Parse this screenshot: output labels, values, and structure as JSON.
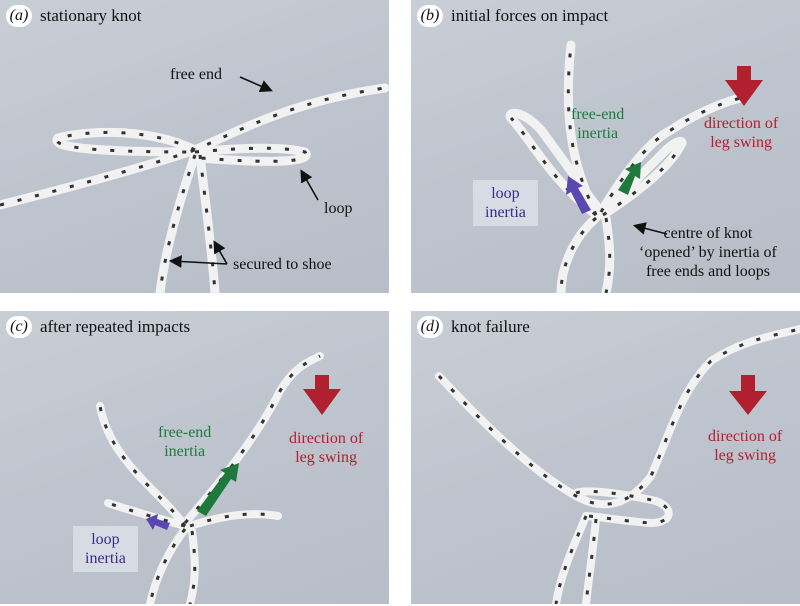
{
  "figure": {
    "panels": [
      {
        "id": "a",
        "letter": "a",
        "title": "stationary knot",
        "labels": {
          "free_end": "free end",
          "loop": "loop",
          "secured": "secured to shoe"
        }
      },
      {
        "id": "b",
        "letter": "b",
        "title": "initial forces on impact",
        "labels": {
          "free_end_inertia_1": "free-end",
          "free_end_inertia_2": "inertia",
          "loop_inertia_1": "loop",
          "loop_inertia_2": "inertia",
          "direction_1": "direction of",
          "direction_2": "leg swing",
          "centre_1": "centre of knot",
          "centre_2": "‘opened’ by inertia of",
          "centre_3": "free ends and loops"
        }
      },
      {
        "id": "c",
        "letter": "c",
        "title": "after repeated impacts",
        "labels": {
          "free_end_inertia_1": "free-end",
          "free_end_inertia_2": "inertia",
          "loop_inertia_1": "loop",
          "loop_inertia_2": "inertia",
          "direction_1": "direction of",
          "direction_2": "leg swing"
        }
      },
      {
        "id": "d",
        "letter": "d",
        "title": "knot failure",
        "labels": {
          "direction_1": "direction of",
          "direction_2": "leg swing"
        }
      }
    ],
    "colors": {
      "direction_arrow": "#b0202e",
      "free_end_arrow": "#1e7a3c",
      "loop_arrow": "#5a48b0",
      "label_black": "#111111"
    }
  }
}
